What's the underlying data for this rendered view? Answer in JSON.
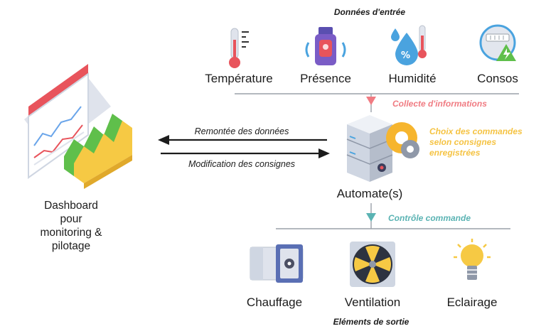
{
  "input_title": "Données d'entrée",
  "output_title": "Eléments de sortie",
  "sensors": [
    {
      "label": "Température",
      "icon": "thermometer-icon"
    },
    {
      "label": "Présence",
      "icon": "presence-sensor-icon"
    },
    {
      "label": "Humidité",
      "icon": "humidity-icon"
    },
    {
      "label": "Consos",
      "icon": "energy-meter-icon"
    }
  ],
  "collect_label": "Collecte d'informations",
  "collect_color": "#f07b82",
  "choice_label": [
    "Choix des commandes",
    "selon consignes",
    "enregistrées"
  ],
  "choice_color": "#f5c343",
  "automate_label": "Automate(s)",
  "control_label": "Contrôle commande",
  "control_color": "#5ab3b3",
  "flows": {
    "up": "Remontée des données",
    "down": "Modification des consignes"
  },
  "dashboard_label": [
    "Dashboard",
    "pour",
    "monitoring &",
    "pilotage"
  ],
  "outputs": [
    {
      "label": "Chauffage",
      "icon": "heater-icon"
    },
    {
      "label": "Ventilation",
      "icon": "fan-icon"
    },
    {
      "label": "Eclairage",
      "icon": "lightbulb-icon"
    }
  ]
}
